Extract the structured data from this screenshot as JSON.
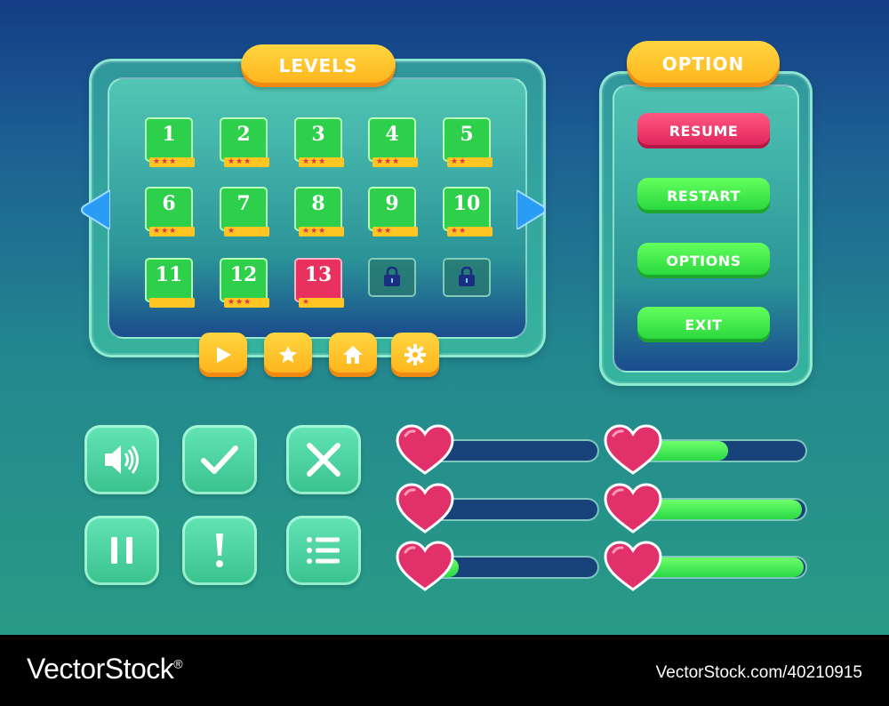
{
  "levels_panel": {
    "title": "LEVELS",
    "tiles": [
      {
        "label": "1",
        "stars": "★★★",
        "state": "unlocked"
      },
      {
        "label": "2",
        "stars": "★★★",
        "state": "unlocked"
      },
      {
        "label": "3",
        "stars": "★★★",
        "state": "unlocked"
      },
      {
        "label": "4",
        "stars": "★★★",
        "state": "unlocked"
      },
      {
        "label": "5",
        "stars": "★★",
        "state": "unlocked"
      },
      {
        "label": "6",
        "stars": "★★★",
        "state": "unlocked"
      },
      {
        "label": "7",
        "stars": "★",
        "state": "unlocked"
      },
      {
        "label": "8",
        "stars": "★★★",
        "state": "unlocked"
      },
      {
        "label": "9",
        "stars": "★★",
        "state": "unlocked"
      },
      {
        "label": "10",
        "stars": "★★",
        "state": "unlocked"
      },
      {
        "label": "11",
        "stars": "",
        "state": "unlocked"
      },
      {
        "label": "12",
        "stars": "★★★",
        "state": "unlocked"
      },
      {
        "label": "13",
        "stars": "★",
        "state": "current"
      },
      {
        "label": "",
        "stars": "",
        "state": "locked"
      },
      {
        "label": "",
        "stars": "",
        "state": "locked"
      }
    ],
    "icons": {
      "prev": "arrow-left-icon",
      "next": "arrow-right-icon"
    },
    "controls": [
      "play-icon",
      "star-icon",
      "home-icon",
      "gear-icon"
    ]
  },
  "option_panel": {
    "title": "OPTION",
    "buttons": [
      {
        "label": "RESUME",
        "color": "#e8315f"
      },
      {
        "label": "RESTART",
        "color": "#2ecf4a"
      },
      {
        "label": "OPTIONS",
        "color": "#2ecf4a"
      },
      {
        "label": "EXIT",
        "color": "#2ecf4a"
      }
    ]
  },
  "icon_buttons": [
    "sound-icon",
    "check-icon",
    "close-icon",
    "pause-icon",
    "exclamation-icon",
    "list-icon"
  ],
  "health_bars": [
    {
      "fill": 0.0
    },
    {
      "fill": 0.55
    },
    {
      "fill": 0.05
    },
    {
      "fill": 0.97
    },
    {
      "fill": 0.2
    },
    {
      "fill": 0.98
    }
  ],
  "colors": {
    "accent": "#ffc623",
    "green": "#2ecf4a",
    "red": "#e8315f",
    "heart": "#e2306a"
  },
  "footer": {
    "brand": "VectorStock",
    "brand_mark": "®",
    "code": "VectorStock.com/40210915"
  }
}
